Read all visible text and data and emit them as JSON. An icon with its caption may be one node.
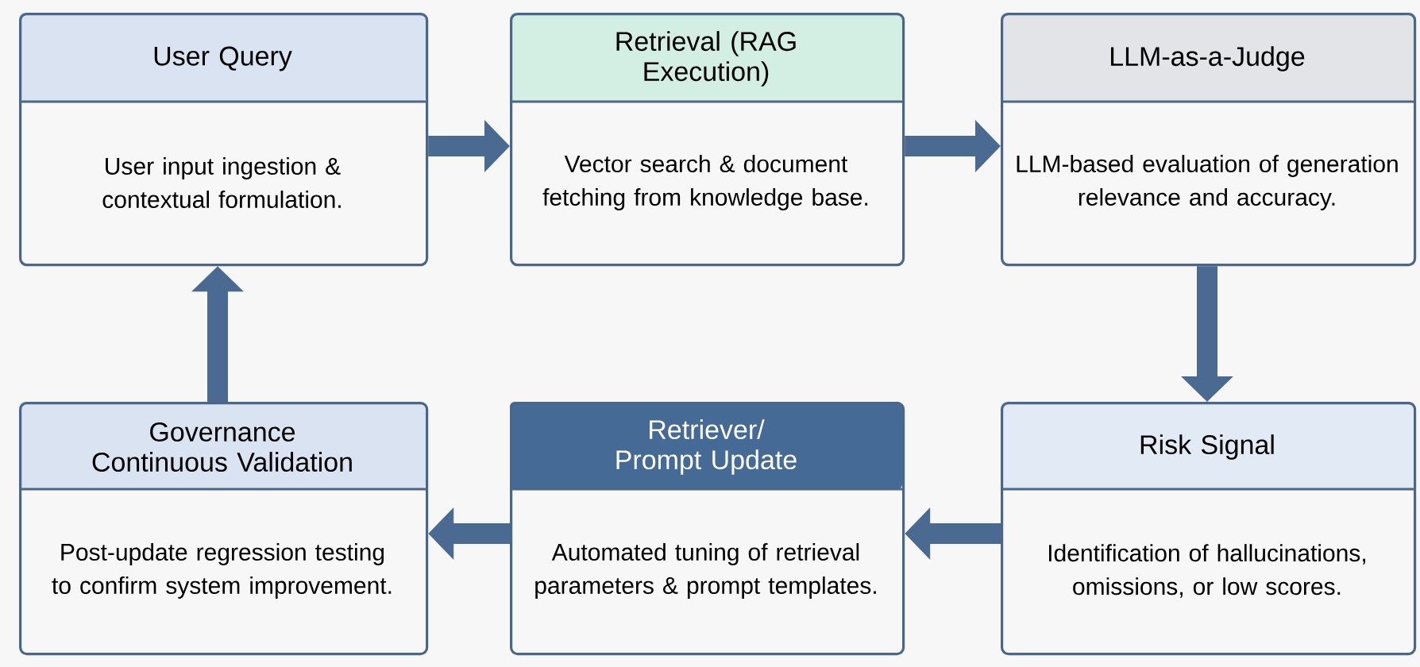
{
  "diagram": {
    "nodes": [
      {
        "text": [
          "User Query",
          "User input ingestion & contextual formulation."
        ]
      },
      {
        "text": [
          "Retrieval (RAG Execution)",
          "Vector search & document fetching from knowledge base."
        ]
      },
      {
        "text": [
          "LLM-as-a-Judge",
          "LLM-based evaluation of generation relevance and accuracy."
        ]
      },
      {
        "text": [
          "Risk Signal",
          "Identification of hallucinations, omissions, or low scores."
        ]
      },
      {
        "text": [
          "Retriever/ Prompt Update",
          "Automated tuning of retrieval parameters & prompt templates."
        ]
      },
      {
        "text": [
          "Governance Continuous Validation",
          "Post-update regression testing to confirm system improvement."
        ]
      }
    ],
    "edges": [
      {
        "from": 0,
        "to": 1,
        "arrow": "to"
      },
      {
        "from": 1,
        "to": 2,
        "arrow": "to"
      },
      {
        "from": 2,
        "to": 3,
        "arrow": "to"
      },
      {
        "from": 3,
        "to": 4,
        "arrow": "to"
      },
      {
        "from": 4,
        "to": 5,
        "arrow": "to"
      },
      {
        "from": 5,
        "to": 0,
        "arrow": "to"
      }
    ]
  }
}
